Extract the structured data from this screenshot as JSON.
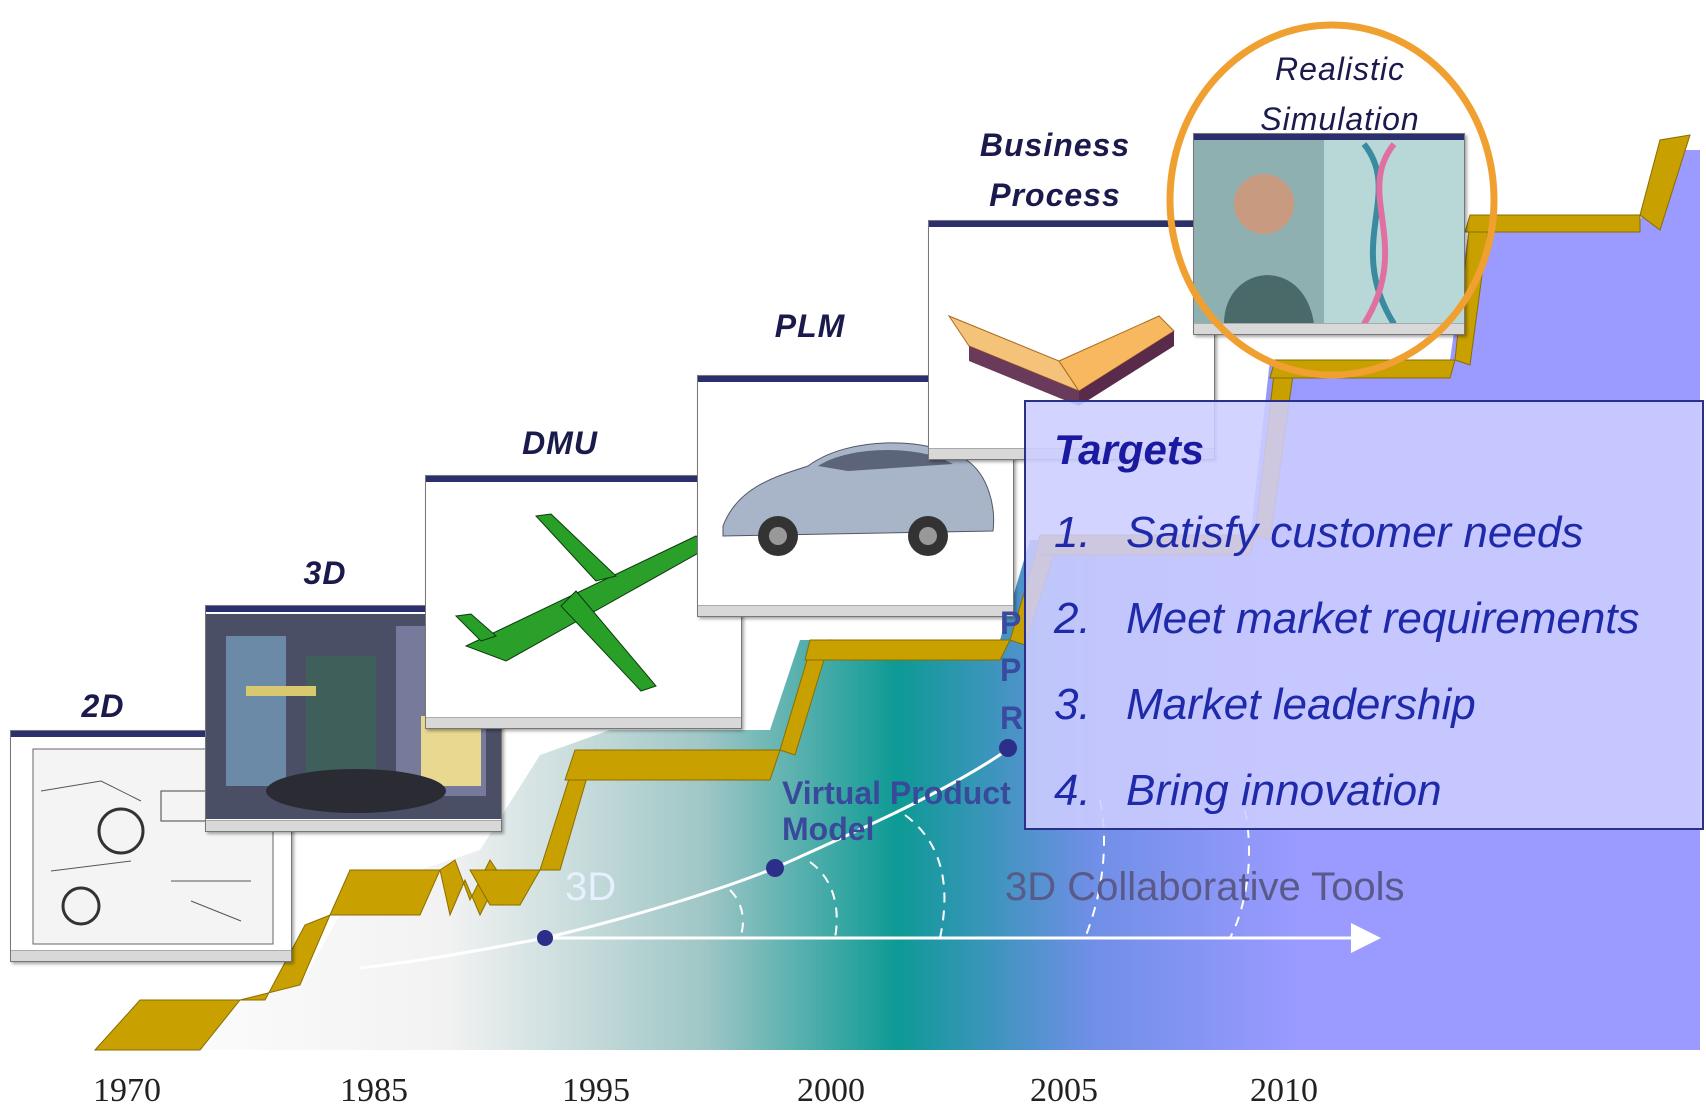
{
  "stages": [
    {
      "label": "2D"
    },
    {
      "label": "3D"
    },
    {
      "label": "DMU"
    },
    {
      "label": "PLM"
    },
    {
      "label": "Business\nProcess"
    },
    {
      "label": "Realistic\nSimulation"
    }
  ],
  "years": [
    "1970",
    "1985",
    "1995",
    "2000",
    "2005",
    "2010"
  ],
  "curve_labels": {
    "start_3d": "3D",
    "virtual_product_model": "Virtual Product\nModel",
    "collaborative_tools": "3D Collaborative Tools",
    "hidden_letters": [
      "P",
      "P",
      "R"
    ]
  },
  "targets": {
    "title": "Targets",
    "items": [
      {
        "num": "1.",
        "text": "Satisfy customer needs"
      },
      {
        "num": "2.",
        "text": "Meet market requirements"
      },
      {
        "num": "3.",
        "text": "Market leadership"
      },
      {
        "num": "4.",
        "text": "Bring innovation"
      }
    ]
  },
  "colors": {
    "step_gold": "#c8a000",
    "ribbon_teal": "#0d9a95",
    "ribbon_purple": "#9a9aff",
    "highlight_circle": "#f0a030",
    "targets_bg": "#cdcdff",
    "targets_text": "#1e2aaa"
  },
  "icons": [
    "airplane-illustration",
    "car-illustration",
    "process-chart-illustration",
    "person-dna-illustration",
    "drawing-illustration",
    "factory-illustration"
  ]
}
